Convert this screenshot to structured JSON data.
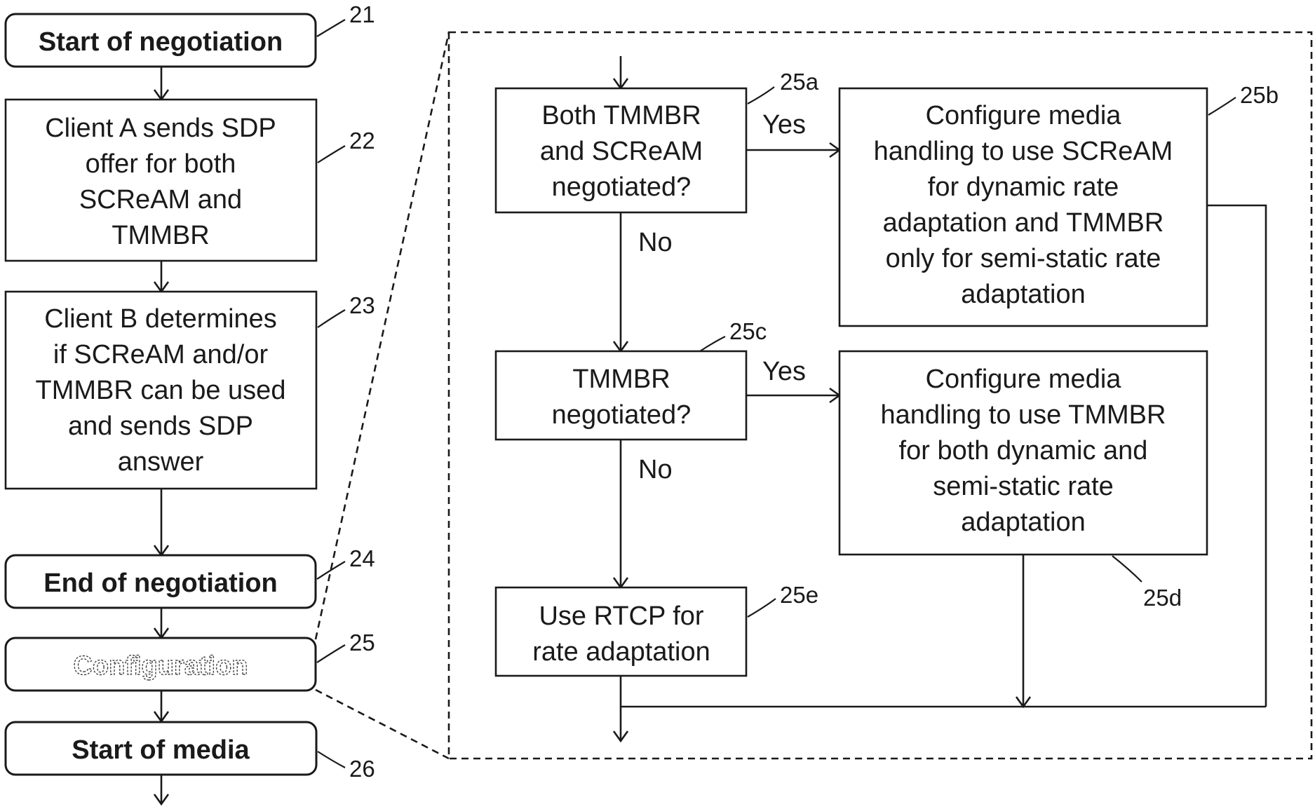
{
  "left_flow": {
    "start_negotiation": {
      "label": "Start of negotiation",
      "ref": "21"
    },
    "client_a": {
      "lines": [
        "Client A sends SDP",
        "offer for both",
        "SCReAM and",
        "TMMBR"
      ],
      "ref": "22"
    },
    "client_b": {
      "lines": [
        "Client B determines",
        "if SCReAM and/or",
        "TMMBR can be used",
        "and sends SDP",
        "answer"
      ],
      "ref": "23"
    },
    "end_negotiation": {
      "label": "End of negotiation",
      "ref": "24"
    },
    "configuration": {
      "label": "Configuration",
      "ref": "25"
    },
    "start_media": {
      "label": "Start of media",
      "ref": "26"
    }
  },
  "detail": {
    "decision_a": {
      "lines": [
        "Both TMMBR",
        "and SCReAM",
        "negotiated?"
      ],
      "ref": "25a"
    },
    "action_b": {
      "lines": [
        "Configure media",
        "handling to use SCReAM",
        "for dynamic rate",
        "adaptation and TMMBR",
        "only for semi-static rate",
        "adaptation"
      ],
      "ref": "25b"
    },
    "decision_c": {
      "lines": [
        "TMMBR",
        "negotiated?"
      ],
      "ref": "25c"
    },
    "action_d": {
      "lines": [
        "Configure media",
        "handling to use TMMBR",
        "for both dynamic and",
        "semi-static rate",
        "adaptation"
      ],
      "ref": "25d"
    },
    "action_e": {
      "lines": [
        "Use RTCP for",
        "rate adaptation"
      ],
      "ref": "25e"
    },
    "yes_label": "Yes",
    "no_label": "No"
  }
}
